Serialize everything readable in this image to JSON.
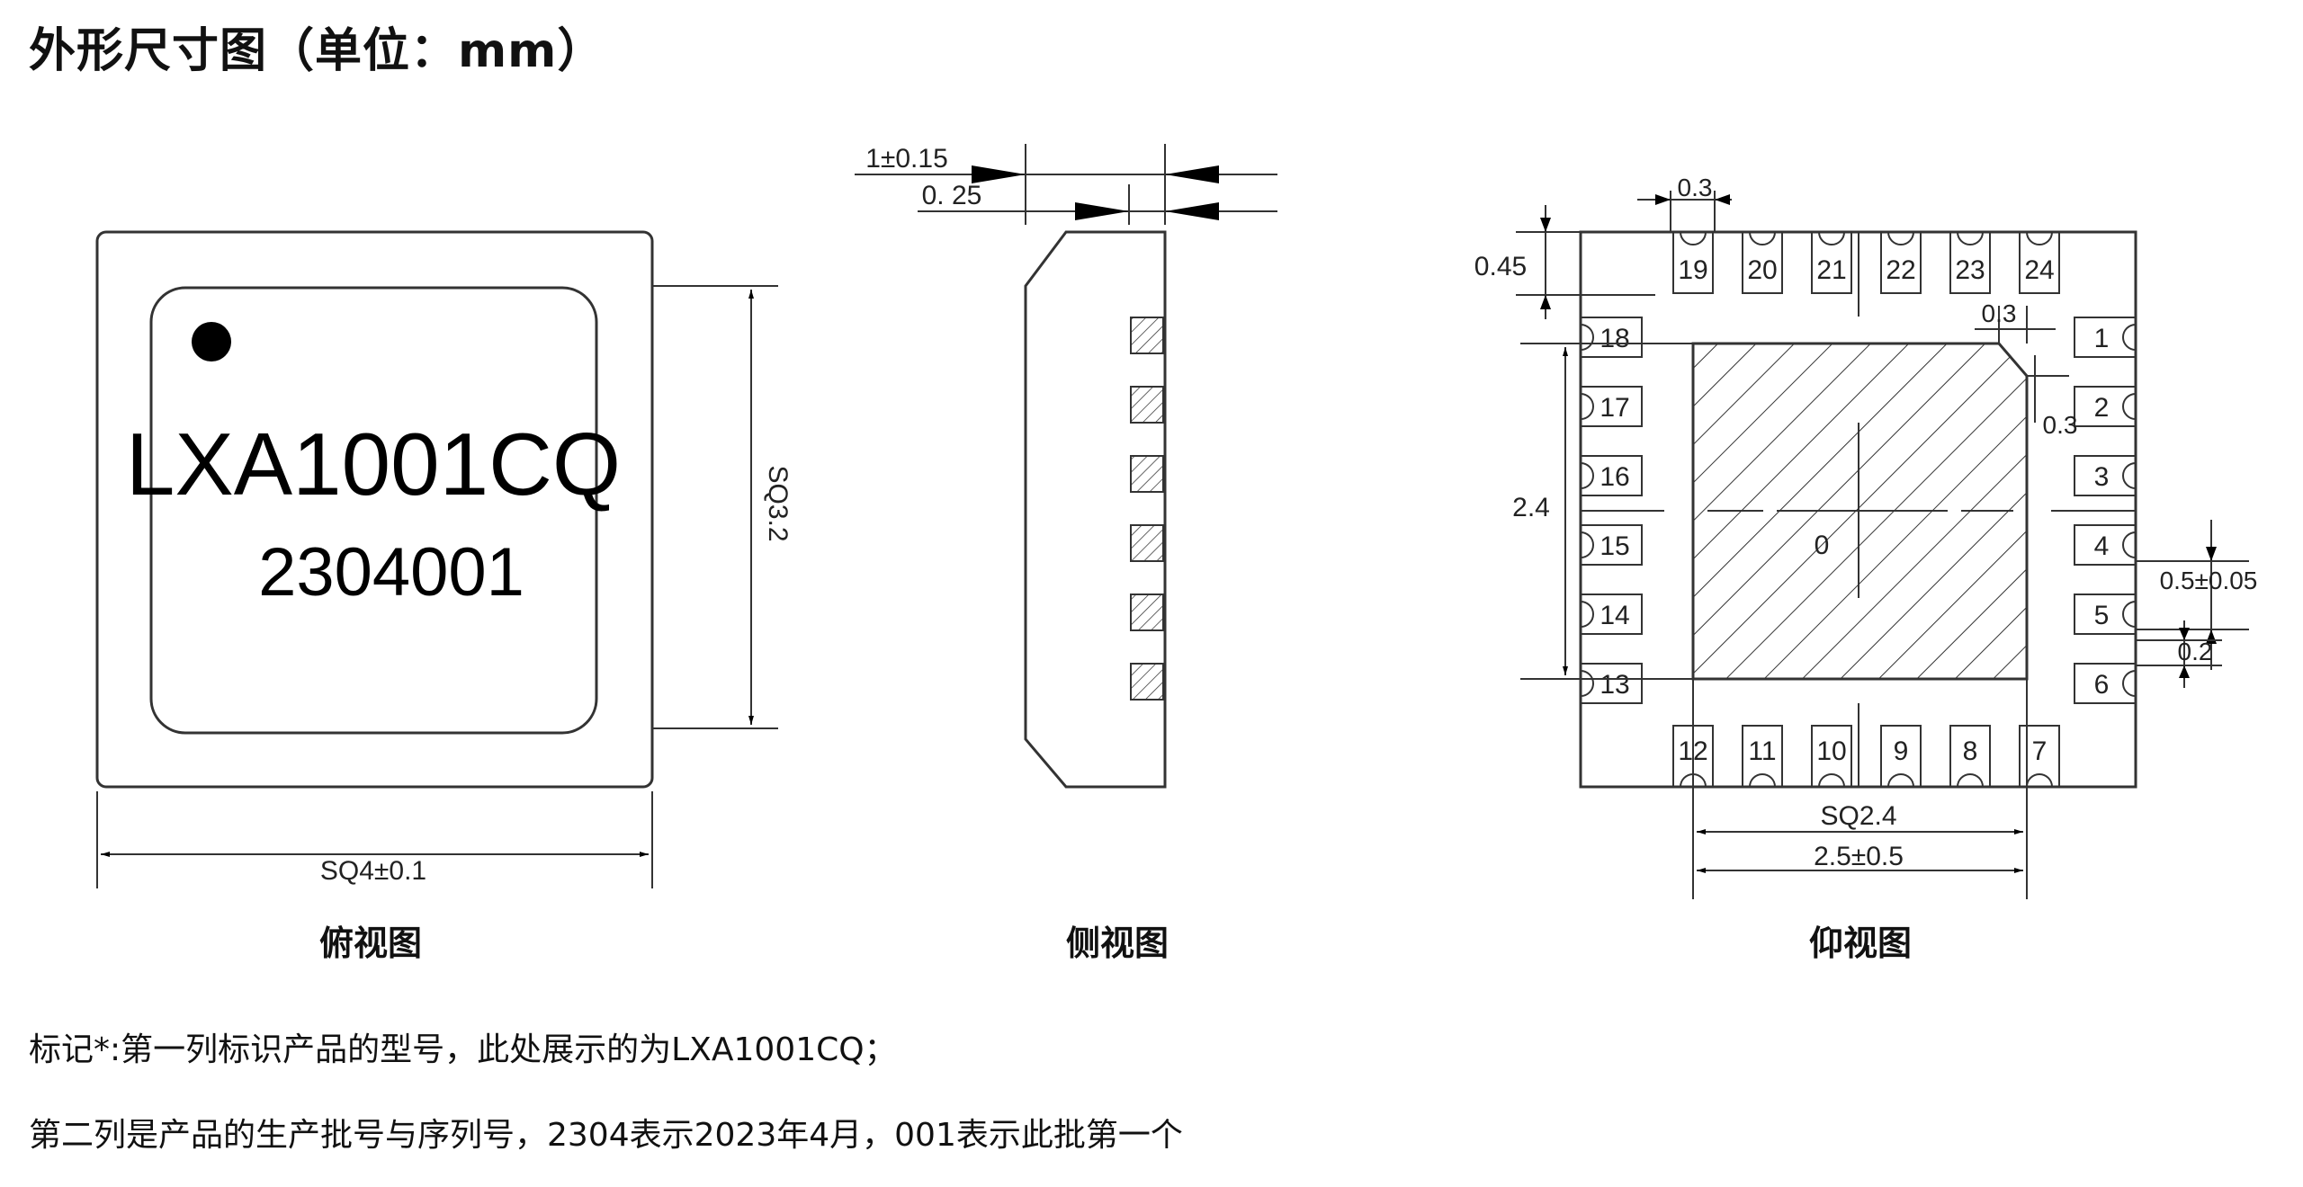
{
  "title": "外形尺寸图（单位：mm）",
  "top_view": {
    "caption": "俯视图",
    "marking_line1": "LXA1001CQ",
    "marking_line2": "2304001",
    "dim_width": "SQ4±0.1",
    "dim_height": "SQ3.2"
  },
  "side_view": {
    "caption": "侧视图",
    "dim_total": "1±0.15",
    "dim_lead": "0. 25"
  },
  "bottom_view": {
    "caption": "仰视图",
    "pins_top": [
      "19",
      "20",
      "21",
      "22",
      "23",
      "24"
    ],
    "pins_right": [
      "1",
      "2",
      "3",
      "4",
      "5",
      "6"
    ],
    "pins_bottom": [
      "12",
      "11",
      "10",
      "9",
      "8",
      "7"
    ],
    "pins_left": [
      "18",
      "17",
      "16",
      "15",
      "14",
      "13"
    ],
    "pad_label": "0",
    "dim_pin_width": "0.3",
    "dim_pin_length": "0.45",
    "dim_chamfer_x": "0.3",
    "dim_chamfer_y": "0.3",
    "dim_pad_height": "2.4",
    "dim_pitch": "0.5±0.05",
    "dim_gap": "0.2",
    "dim_pad_sq": "SQ2.4",
    "dim_span": "2.5±0.5"
  },
  "notes": [
    "标记*:第一列标识产品的型号，此处展示的为LXA1001CQ；",
    "第二列是产品的生产批号与序列号，2304表示2023年4月，001表示此批第一个"
  ]
}
